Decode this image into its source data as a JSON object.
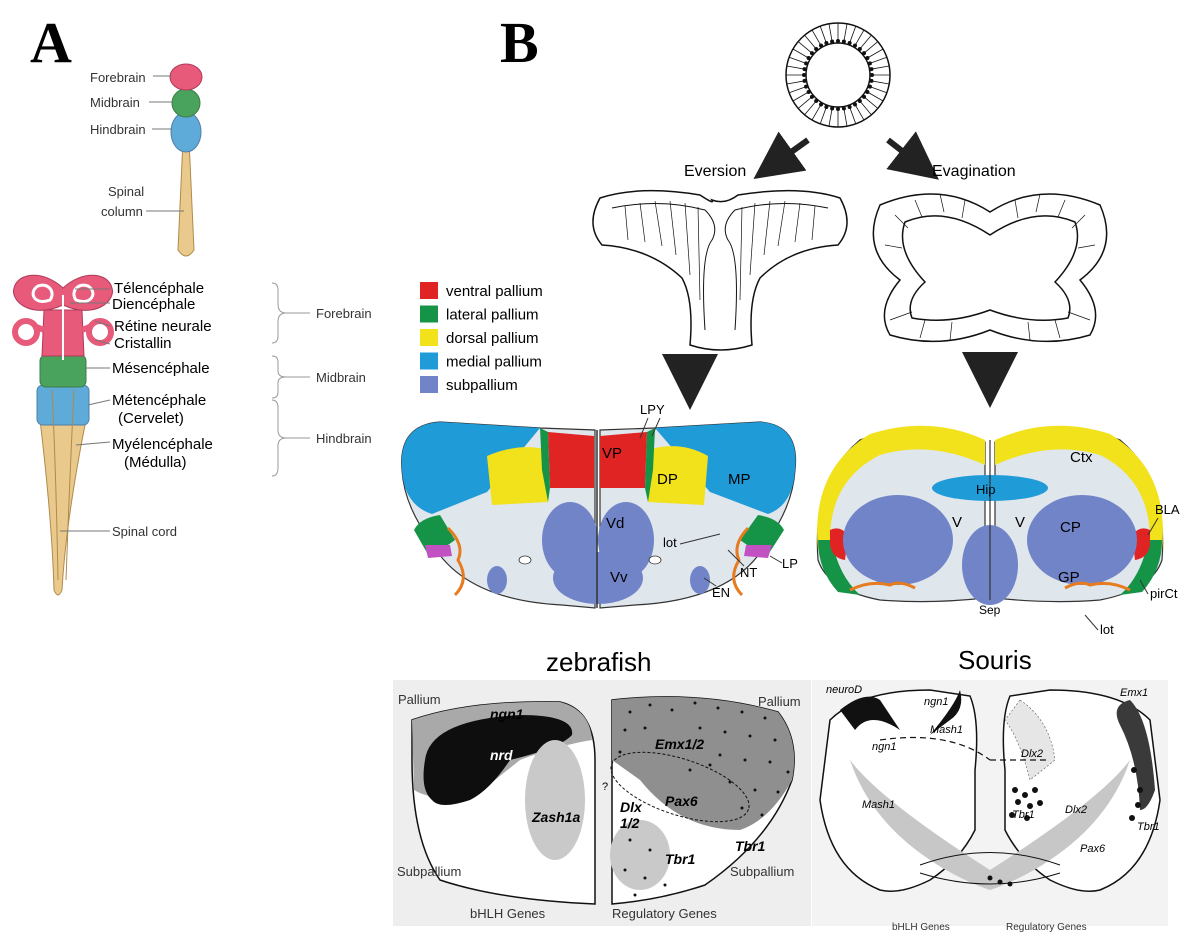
{
  "panels": {
    "a": "A",
    "b": "B"
  },
  "panel_a": {
    "top_labels": [
      "Forebrain",
      "Midbrain",
      "Hindbrain",
      "Spinal",
      "column"
    ],
    "mid_labels": [
      "Télencéphale",
      "Diencéphale",
      "Rétine neurale",
      "Cristallin",
      "Mésencéphale",
      "Métencéphale",
      "(Cervelet)",
      "Myélencéphale",
      "(Médulla)",
      "Spinal cord"
    ],
    "bracket_labels": [
      "Forebrain",
      "Midbrain",
      "Hindbrain"
    ]
  },
  "panel_b": {
    "processes": {
      "left": "Eversion",
      "right": "Evagination"
    },
    "legend": [
      {
        "label": "ventral pallium",
        "color": "#e02424"
      },
      {
        "label": "lateral pallium",
        "color": "#159447"
      },
      {
        "label": "dorsal pallium",
        "color": "#f2e21c"
      },
      {
        "label": "medial pallium",
        "color": "#1f9bd8"
      },
      {
        "label": "subpallium",
        "color": "#7184c8"
      }
    ],
    "zebrafish": {
      "title": "zebrafish",
      "labels": [
        "LP",
        "Y",
        "VP",
        "DP",
        "MP",
        "Vd",
        "Vv",
        "lot",
        "NT",
        "LP",
        "EN"
      ]
    },
    "mouse": {
      "title": "Souris",
      "labels": [
        "Ctx",
        "Hip",
        "V",
        "V",
        "CP",
        "GP",
        "BLA",
        "Sep",
        "pirCt",
        "lot"
      ]
    },
    "zebrafish_genes": {
      "labels": [
        "Pallium",
        "Pallium",
        "ngn1",
        "nrd",
        "Emx1/2",
        "?",
        "Pax6",
        "Dlx",
        "1/2",
        "Zash1a",
        "Tbr1",
        "Tbr1",
        "Subpallium",
        "Subpallium",
        "bHLH Genes",
        "Regulatory Genes"
      ]
    },
    "mouse_genes": {
      "labels": [
        "neuroD",
        "ngn1",
        "ngn1",
        "Mash1",
        "Mash1",
        "Dlx2",
        "Dlx2",
        "Emx1",
        "Tbr1",
        "Pax6",
        "Tbr1",
        "bHLH Genes",
        "Regulatory Genes"
      ]
    }
  }
}
